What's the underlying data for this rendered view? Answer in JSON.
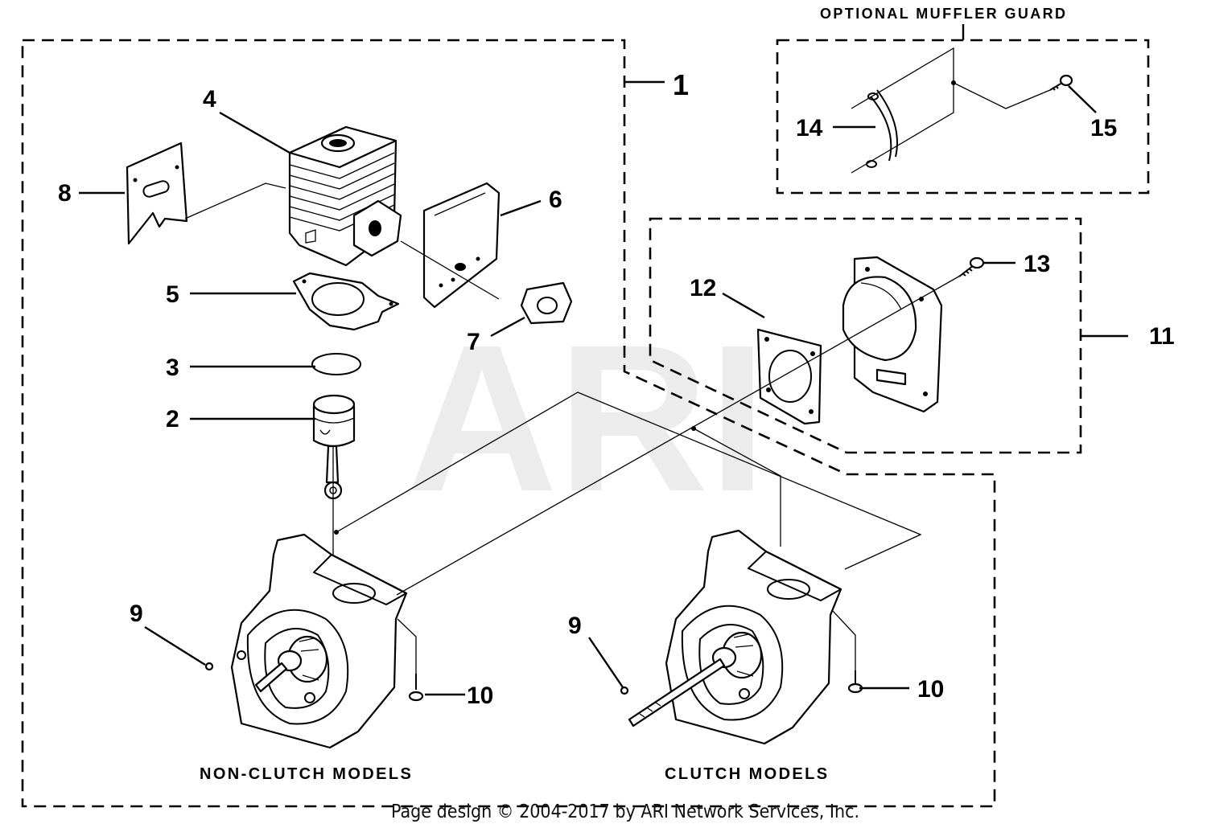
{
  "watermark": "ARI",
  "groups": {
    "muffler_guard_title": "OPTIONAL MUFFLER GUARD",
    "non_clutch_label": "NON-CLUTCH MODELS",
    "clutch_label": "CLUTCH MODELS"
  },
  "callouts": {
    "c1": "1",
    "c2": "2",
    "c3": "3",
    "c4": "4",
    "c5": "5",
    "c6": "6",
    "c7": "7",
    "c8": "8",
    "c9a": "9",
    "c9b": "9",
    "c10a": "10",
    "c10b": "10",
    "c11": "11",
    "c12": "12",
    "c13": "13",
    "c14": "14",
    "c15": "15"
  },
  "footer": {
    "credit": "Page design © 2004-2017 by ARI Network Services, Inc."
  }
}
